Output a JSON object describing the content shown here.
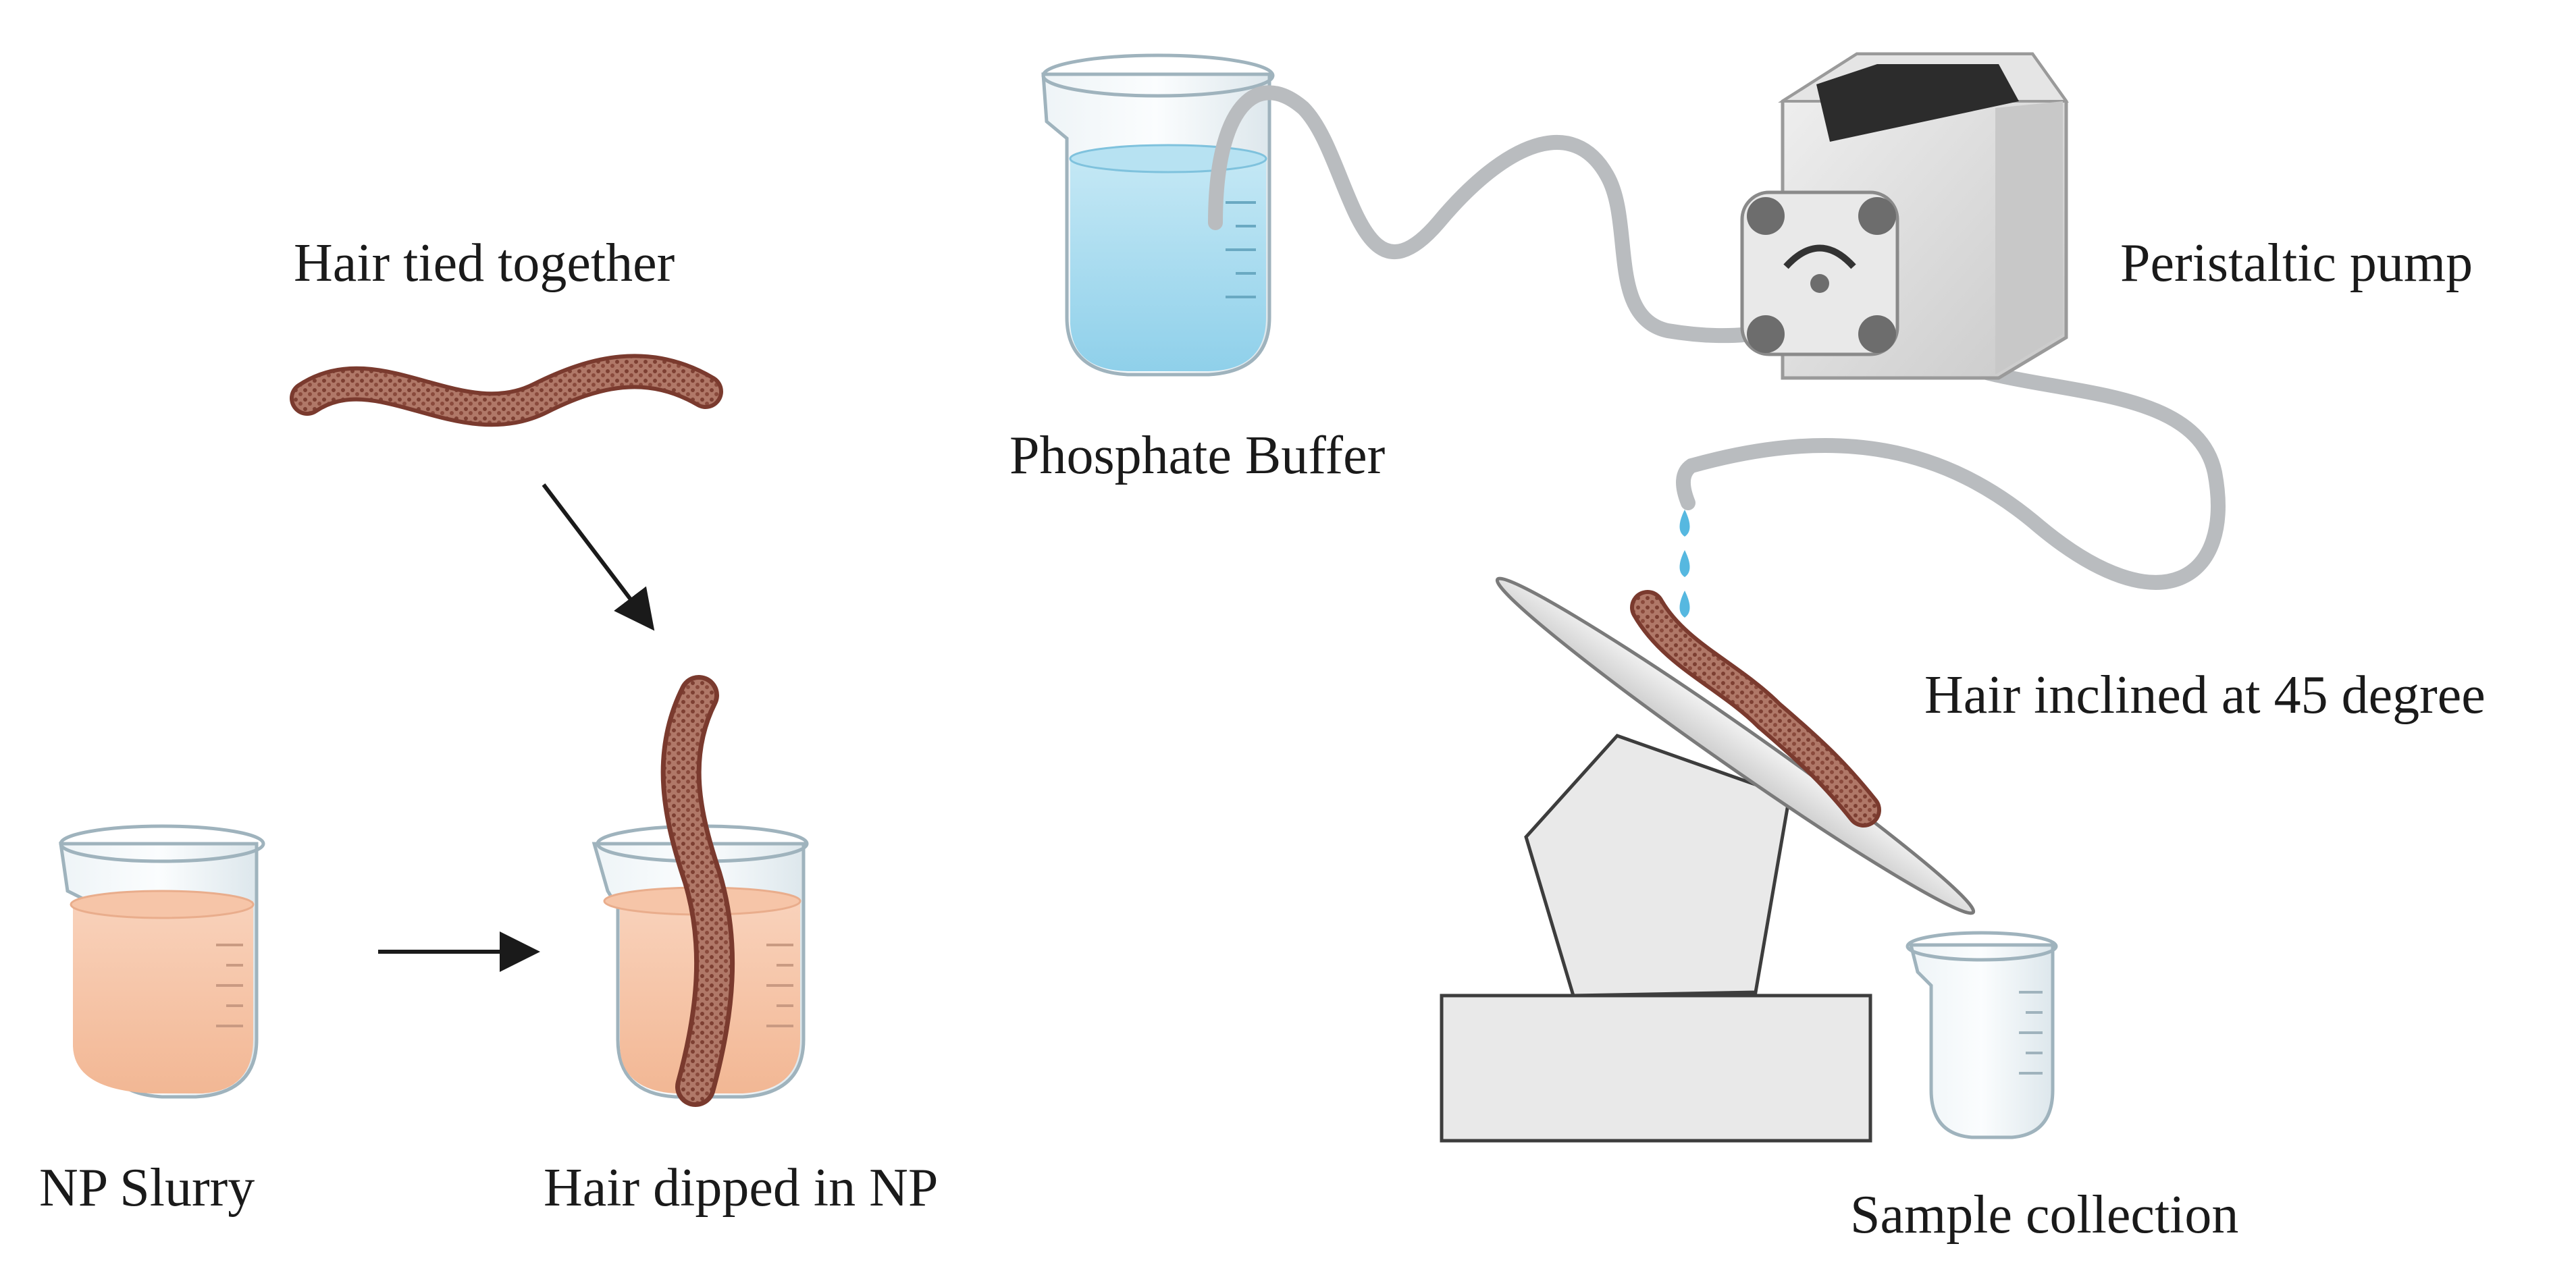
{
  "labels": {
    "hair_tied": "Hair tied together",
    "np_slurry": "NP Slurry",
    "hair_dipped": "Hair dipped in NP",
    "phosphate_buffer": "Phosphate Buffer",
    "peristaltic_pump": "Peristaltic pump",
    "hair_inclined": "Hair inclined at 45 degree",
    "sample_collection": "Sample collection"
  },
  "colors": {
    "hair": "#9b5a4a",
    "np_liquid": "#f6c5a8",
    "buffer_liquid": "#a9dcef",
    "glass": "#e6eef2",
    "tube": "#b9bcbf",
    "pump_body": "#d8d8d8",
    "stand": "#e7e7e7"
  }
}
